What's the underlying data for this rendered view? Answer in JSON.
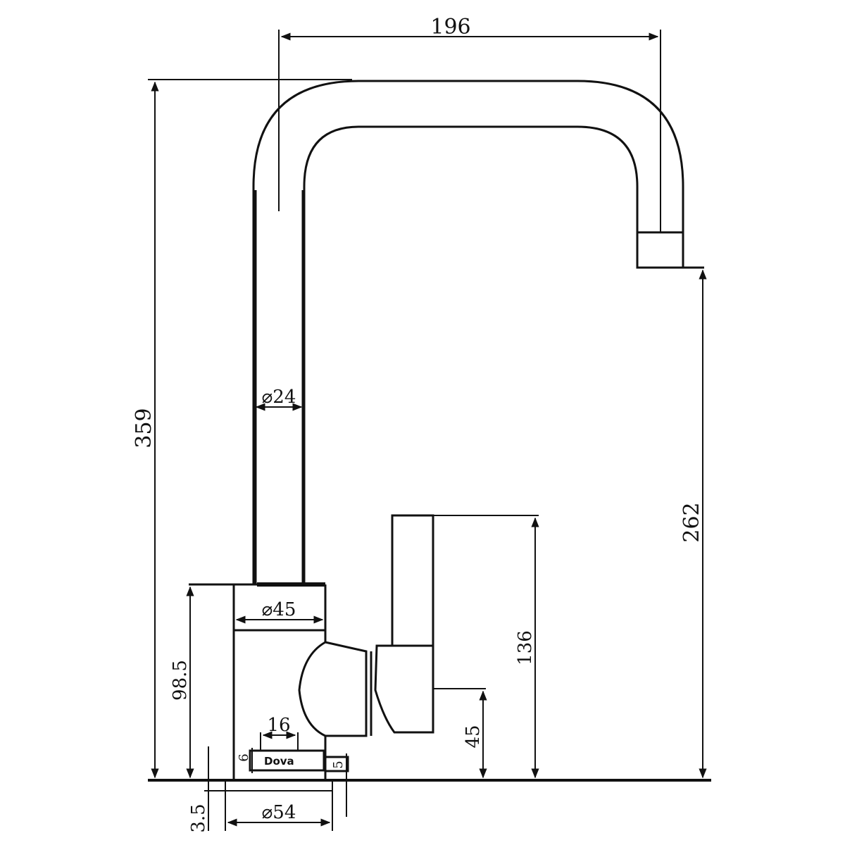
{
  "drawing": {
    "stroke_color": "#111111",
    "background_color": "#ffffff",
    "dimensions": {
      "overall_reach": "196",
      "overall_height": "359",
      "spout_height": "262",
      "spout_diameter": "⌀24",
      "body_diameter": "⌀45",
      "body_height": "98.5",
      "handle_height": "136",
      "handle_base_height": "45",
      "base_diameter": "⌀54",
      "base_plate_thickness": "3.5",
      "badge_width": "16",
      "badge_height": "6",
      "base_offset": "5"
    },
    "logo_text": "Dova"
  }
}
